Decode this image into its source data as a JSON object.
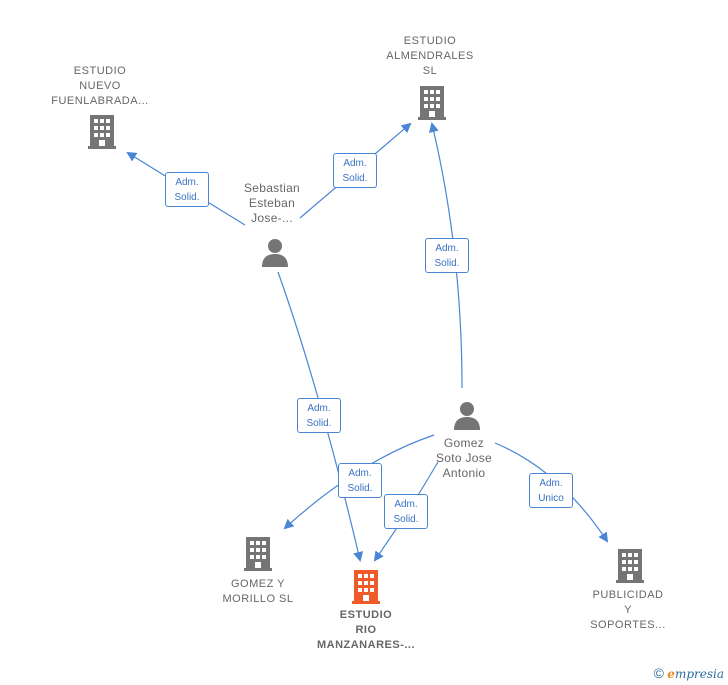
{
  "nodes": {
    "nuevo_fuenlabrada": {
      "label": "ESTUDIO\nNUEVO\nFUENLABRADA...",
      "type": "company"
    },
    "almendrales": {
      "label": "ESTUDIO\nALMENDRALES\nSL",
      "type": "company"
    },
    "sebastian": {
      "label": "Sebastian\nEsteban\nJose-...",
      "type": "person"
    },
    "gomez_soto": {
      "label": "Gomez\nSoto Jose\nAntonio",
      "type": "person"
    },
    "gomez_morillo": {
      "label": "GOMEZ Y\nMORILLO SL",
      "type": "company"
    },
    "rio_manzanares": {
      "label": "ESTUDIO\nRIO\nMANZANARES-...",
      "type": "company-main"
    },
    "publicidad": {
      "label": "PUBLICIDAD\nY\nSOPORTES...",
      "type": "company"
    }
  },
  "edges": [
    {
      "id": "e1",
      "label": "Adm.\nSolid."
    },
    {
      "id": "e2",
      "label": "Adm.\nSolid."
    },
    {
      "id": "e3",
      "label": "Adm.\nSolid."
    },
    {
      "id": "e4",
      "label": "Adm.\nSolid."
    },
    {
      "id": "e5",
      "label": "Adm.\nSolid."
    },
    {
      "id": "e6",
      "label": "Adm.\nSolid."
    },
    {
      "id": "e7",
      "label": "Adm.\nUnico"
    }
  ],
  "colors": {
    "edge": "#4a86d4",
    "company_icon": "#757575",
    "main_icon": "#f05a28",
    "person_icon": "#757575"
  },
  "brand": {
    "copyright": "©",
    "initial": "e",
    "rest": "mpresia"
  }
}
